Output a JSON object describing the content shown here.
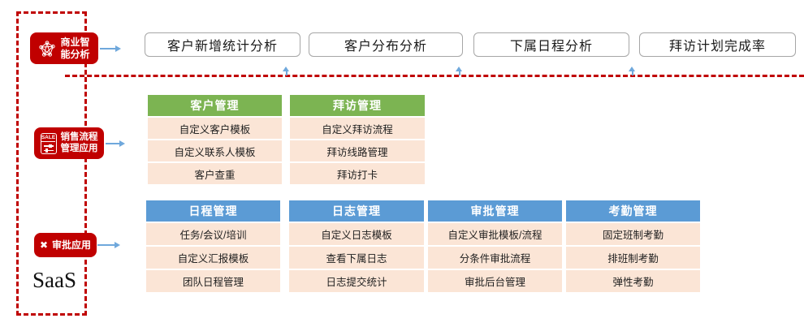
{
  "colors": {
    "red": "#C00000",
    "green_header": "#7CB452",
    "blue_header": "#5B9BD5",
    "cell_peach": "#FBE5D6",
    "arrow_blue": "#6FA8DC",
    "box_border": "#A6A6A6"
  },
  "side_labels": [
    {
      "line1": "商业智",
      "line2": "能分析",
      "icon": "network-graph-icon"
    },
    {
      "line1": "销售流程",
      "line2": "管理应用",
      "icon": "sale-sliders-icon",
      "icon_text": "SALE"
    },
    {
      "line1": "审批应用",
      "icon": "x-mark-icon",
      "icon_glyph": "✖"
    }
  ],
  "saas_label": "SaaS",
  "analysis_boxes": [
    {
      "label": "客户新增统计分析"
    },
    {
      "label": "客户分布分析"
    },
    {
      "label": "下属日程分析"
    },
    {
      "label": "拜访计划完成率"
    }
  ],
  "green_tables": [
    {
      "header": "客户管理",
      "rows": [
        "自定义客户模板",
        "自定义联系人模板",
        "客户查重"
      ]
    },
    {
      "header": "拜访管理",
      "rows": [
        "自定义拜访流程",
        "拜访线路管理",
        "拜访打卡"
      ]
    }
  ],
  "blue_tables": [
    {
      "header": "日程管理",
      "rows": [
        "任务/会议/培训",
        "自定义汇报模板",
        "团队日程管理"
      ]
    },
    {
      "header": "日志管理",
      "rows": [
        "自定义日志模板",
        "查看下属日志",
        "日志提交统计"
      ]
    },
    {
      "header": "审批管理",
      "rows": [
        "自定义审批模板/流程",
        "分条件审批流程",
        "审批后台管理"
      ]
    },
    {
      "header": "考勤管理",
      "rows": [
        "固定班制考勤",
        "排班制考勤",
        "弹性考勤"
      ]
    }
  ]
}
